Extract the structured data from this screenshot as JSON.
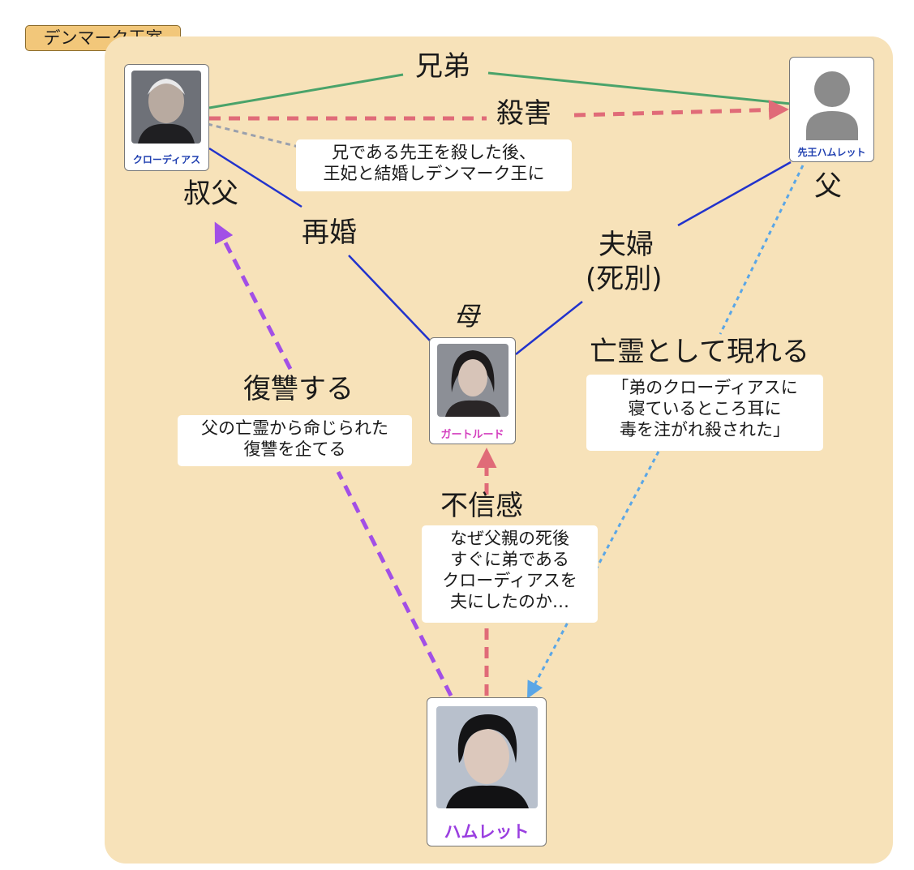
{
  "group": {
    "label": "デンマーク王室"
  },
  "colors": {
    "panel": "#f7e2b9",
    "brothers_line": "#4aa36a",
    "murder_arrow": "#e06b78",
    "marriage_line": "#2233cc",
    "ghost_arrow": "#5aa6e6",
    "revenge_arrow": "#a24fe6",
    "distrust_arrow": "#e06b78",
    "note_line": "#9aa0ad",
    "name_blue": "#1f3fb0",
    "name_pink": "#d43fbf",
    "name_purple": "#9a3fe0"
  },
  "characters": {
    "claudius": {
      "name": "クローディアス",
      "photo": "portrait-photo"
    },
    "late_king": {
      "name": "先王ハムレット",
      "photo": "placeholder-silhouette-icon"
    },
    "gertrude": {
      "name": "ガートルード",
      "photo": "portrait-photo"
    },
    "hamlet": {
      "name": "ハムレット",
      "photo": "portrait-photo"
    }
  },
  "relations": {
    "brothers": "兄弟",
    "murder": "殺害",
    "uncle": "叔父",
    "father": "父",
    "remarriage": "再婚",
    "couple_line1": "夫婦",
    "couple_line2": "(死別)",
    "mother": "母",
    "ghost": "亡霊として現れる",
    "revenge": "復讐する",
    "distrust": "不信感"
  },
  "notes": {
    "claudius": [
      "兄である先王を殺した後、",
      "王妃と結婚しデンマーク王に"
    ],
    "ghost": [
      "「弟のクローディアスに",
      "寝ているところ耳に",
      "毒を注がれ殺された」"
    ],
    "revenge": [
      "父の亡霊から命じられた",
      "復讐を企てる"
    ],
    "distrust": [
      "なぜ父親の死後",
      "すぐに弟である",
      "クローディアスを",
      "夫にしたのか…"
    ]
  }
}
